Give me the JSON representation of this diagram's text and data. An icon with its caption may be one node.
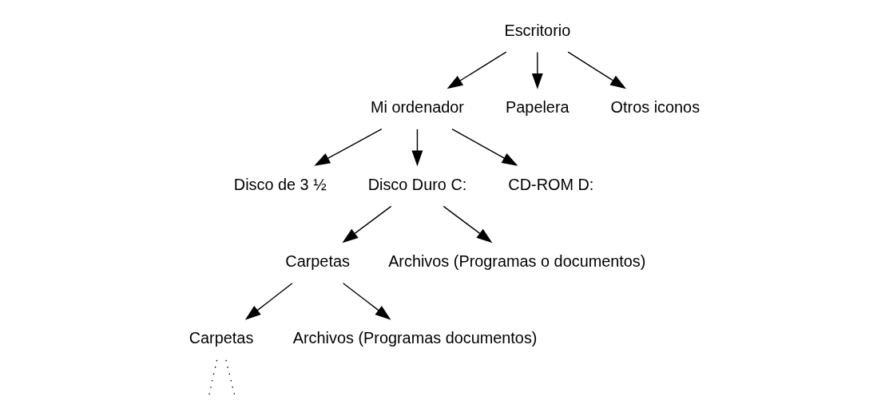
{
  "diagram": {
    "nodes": [
      {
        "text": [
          "Escritorio"
        ]
      },
      {
        "text": [
          "Mi ordenador"
        ]
      },
      {
        "text": [
          "Papelera"
        ]
      },
      {
        "text": [
          "Otros iconos"
        ]
      },
      {
        "text": [
          "Disco de 3 ½"
        ]
      },
      {
        "text": [
          "Disco Duro C:"
        ]
      },
      {
        "text": [
          "CD-ROM D:"
        ]
      },
      {
        "text": [
          "Carpetas"
        ]
      },
      {
        "text": [
          "Archivos (Programas o documentos)"
        ]
      },
      {
        "text": [
          "Carpetas"
        ]
      },
      {
        "text": [
          "Archivos (Programas documentos)"
        ]
      }
    ],
    "edges": [
      {
        "from": 0,
        "to": 1,
        "arrow": "to"
      },
      {
        "from": 0,
        "to": 2,
        "arrow": "to"
      },
      {
        "from": 0,
        "to": 3,
        "arrow": "to"
      },
      {
        "from": 1,
        "to": 4,
        "arrow": "to"
      },
      {
        "from": 1,
        "to": 5,
        "arrow": "to"
      },
      {
        "from": 1,
        "to": 6,
        "arrow": "to"
      },
      {
        "from": 5,
        "to": 7,
        "arrow": "to"
      },
      {
        "from": 5,
        "to": 8,
        "arrow": "to"
      },
      {
        "from": 7,
        "to": 9,
        "arrow": "to"
      },
      {
        "from": 7,
        "to": 10,
        "arrow": "to"
      },
      {
        "from": 9,
        "to": null,
        "arrow": "none",
        "style": "dashed"
      },
      {
        "from": 9,
        "to": null,
        "arrow": "none",
        "style": "dashed"
      }
    ]
  }
}
